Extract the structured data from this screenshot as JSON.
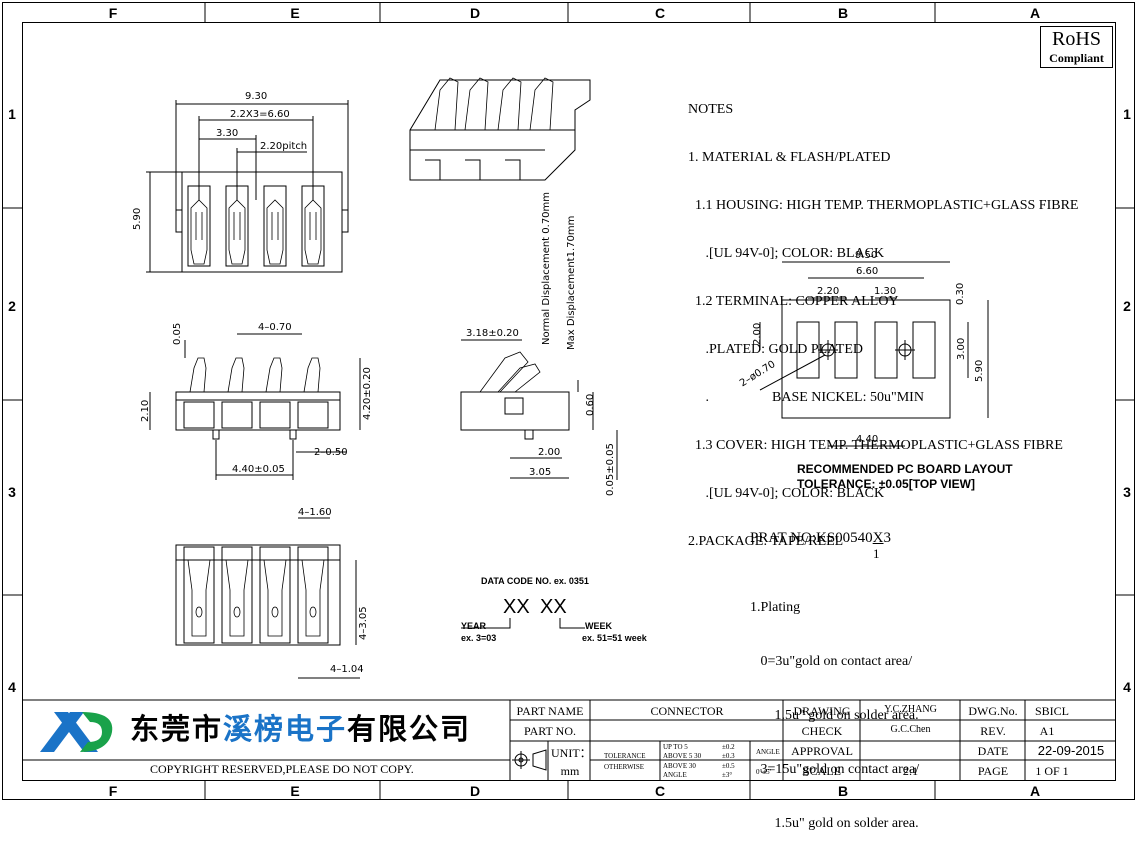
{
  "columns_top": [
    "F",
    "E",
    "D",
    "C",
    "B",
    "A"
  ],
  "columns_bottom": [
    "F",
    "E",
    "D",
    "C",
    "B",
    "A"
  ],
  "rows_left": [
    "1",
    "2",
    "3",
    "4"
  ],
  "rows_right": [
    "1",
    "2",
    "3",
    "4"
  ],
  "rohs": {
    "line1": "RoHS",
    "line2": "Compliant"
  },
  "notes": {
    "lines": [
      "NOTES",
      "1. MATERIAL & FLASH/PLATED",
      "  1.1 HOUSING: HIGH TEMP. THERMOPLASTIC+GLASS FIBRE",
      "     .[UL 94V-0]; COLOR: BLACK",
      "  1.2 TERMINAL: COPPER ALLOY",
      "     .PLATED: GOLD PLATED",
      "     .                  BASE NICKEL: 50u\"MIN",
      "  1.3 COVER: HIGH TEMP. THERMOPLASTIC+GLASS FIBRE",
      "     .[UL 94V-0]; COLOR: BLACK",
      "2.PACKAGE: TAPE/REEL"
    ]
  },
  "dims_top": {
    "d930": "9.30",
    "d660": "2.2X3=6.60",
    "d330": "3.30",
    "d220": "2.20pitch",
    "d590": "5.90"
  },
  "dims_front": {
    "d005": "0.05",
    "d470": "4–0.70",
    "d420": "4.20±0.20",
    "d210": "2.10",
    "d440": "4.40±0.05",
    "d250": "2–0.50"
  },
  "dims_bottom": {
    "d160": "4–1.60",
    "d305": "4–3.05",
    "d104": "4–1.04"
  },
  "dims_side": {
    "d318": "3.18±0.20",
    "normal": "Normal Displacement 0.70mm",
    "max": "Max Displacement1.70mm",
    "d060": "0.60",
    "d200": "2.00",
    "d305": "3.05",
    "d005v": "0.05±0.05"
  },
  "date_code": {
    "title": "DATA CODE NO. ex. 0351",
    "code1": "XX",
    "code2": "XX",
    "year": "YEAR",
    "year_ex": "ex. 3=03",
    "week": "WEEK",
    "week_ex": "ex. 51=51 week"
  },
  "pcb": {
    "d950": "9.50",
    "d660": "6.60",
    "d220": "2.20",
    "d130": "1.30",
    "d030": "0.30",
    "d200": "2.00",
    "d300": "3.00",
    "d590": "5.90",
    "d070": "2–ø0.70",
    "d440": "4.40",
    "title1": "RECOMMENDED PC BOARD LAYOUT",
    "title2": "TOLERANCE: ±0.05[TOP VIEW]"
  },
  "part_no": {
    "label": "PRAT NO:KS00540",
    "underlined": "X",
    "suffix": "3",
    "sub": "1"
  },
  "plating": {
    "lines": [
      "1.Plating",
      "   0=3u\"gold on contact area/",
      "       1.5u\" gold on solder area.",
      "   3=15u\"gold on contact area/",
      "       1.5u\" gold on solder area."
    ]
  },
  "company": {
    "part1": "东莞市",
    "part2": "溪榜电子",
    "part3": "有限公司"
  },
  "copyright": "COPYRIGHT RESERVED,PLEASE DO NOT COPY.",
  "title_block": {
    "part_name_label": "PART NAME",
    "part_name": "CONNECTOR",
    "part_no_label": "PART NO.",
    "unit_label": "UNIT：",
    "unit": "mm",
    "tolerance": "TOLERANCE",
    "otherwise": "OTHERWISE",
    "tol_lines": [
      "UP TO 5",
      "ABOVE 5  30",
      "ABOVE 30",
      "ANGLE"
    ],
    "tol_vals": [
      "±0.2",
      "±0.3",
      "±0.5",
      "±3°"
    ],
    "angle_label": "ANGLE",
    "angle_val": "0°±5'",
    "drawing_label": "DRAWING",
    "drawing": "Y.C.ZHANG",
    "check_label": "CHECK",
    "check": "G.C.Chen",
    "approval_label": "APPROVAL",
    "scale_label": "SCALE",
    "scale": "2:1",
    "dwg_label": "DWG.No.",
    "dwg": "SBICL",
    "rev_label": "REV.",
    "rev": "A1",
    "date_label": "DATE",
    "date": "22-09-2015",
    "page_label": "PAGE",
    "page": "1 OF 1"
  }
}
